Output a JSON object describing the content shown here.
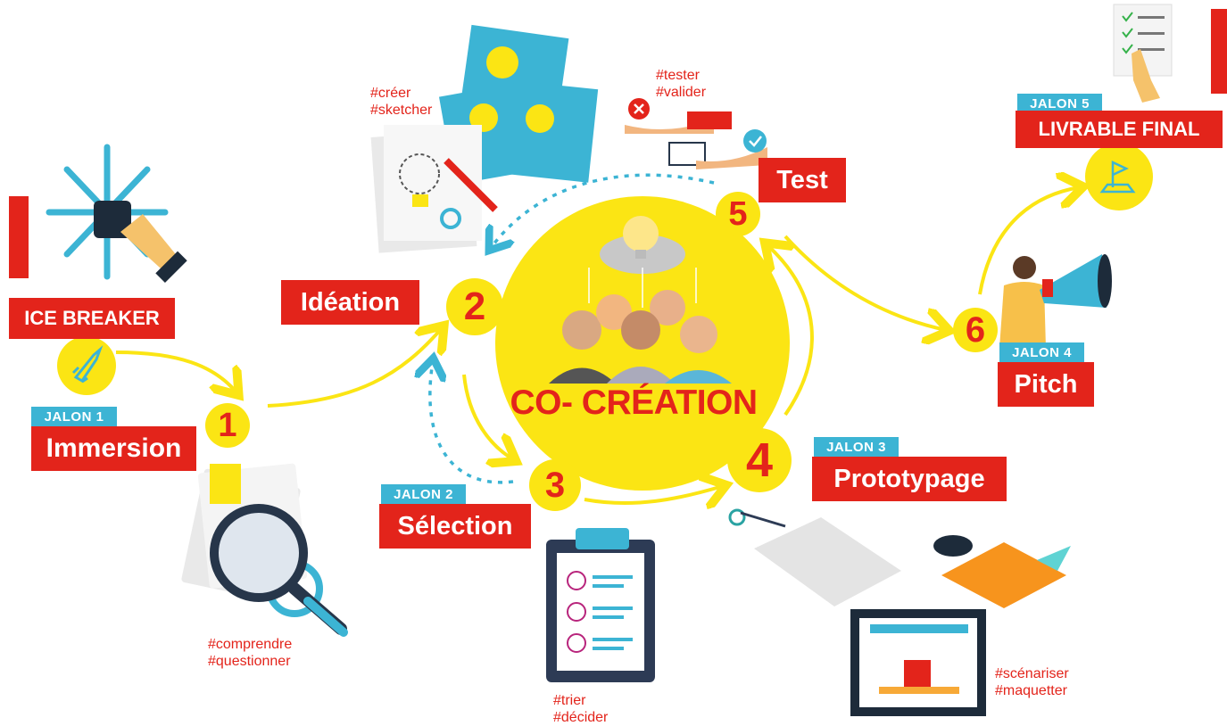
{
  "center": {
    "title": "CO- CRÉATION"
  },
  "steps": {
    "icebreaker": {
      "label": "ICE BREAKER"
    },
    "immersion": {
      "jalon": "JALON 1",
      "label": "Immersion",
      "number": "1",
      "tags": [
        "#comprendre",
        "#questionner"
      ]
    },
    "ideation": {
      "label": "Idéation",
      "number": "2",
      "tags": [
        "#créer",
        "#sketcher"
      ]
    },
    "selection": {
      "jalon": "JALON 2",
      "label": "Sélection",
      "number": "3",
      "tags": [
        "#trier",
        "#décider"
      ]
    },
    "prototypage": {
      "jalon": "JALON 3",
      "label": "Prototypage",
      "number": "4",
      "tags": [
        "#scénariser",
        "#maquetter"
      ]
    },
    "test": {
      "label": "Test",
      "number": "5",
      "tags": [
        "#tester",
        "#valider"
      ]
    },
    "pitch": {
      "jalon": "JALON 4",
      "label": "Pitch",
      "number": "6"
    },
    "livrable": {
      "jalon": "JALON 5",
      "label": "LIVRABLE FINAL"
    }
  },
  "colors": {
    "accent": "#e3241b",
    "highlight": "#fbe514",
    "jalon": "#3cb4d4"
  },
  "icons": [
    "snowflake-icon",
    "rocket-icon",
    "magnifier-icon",
    "lightbulb-icon",
    "clipboard-icon",
    "printer-3d-icon",
    "megaphone-icon",
    "flag-icon",
    "checklist-icon",
    "team-icon"
  ]
}
